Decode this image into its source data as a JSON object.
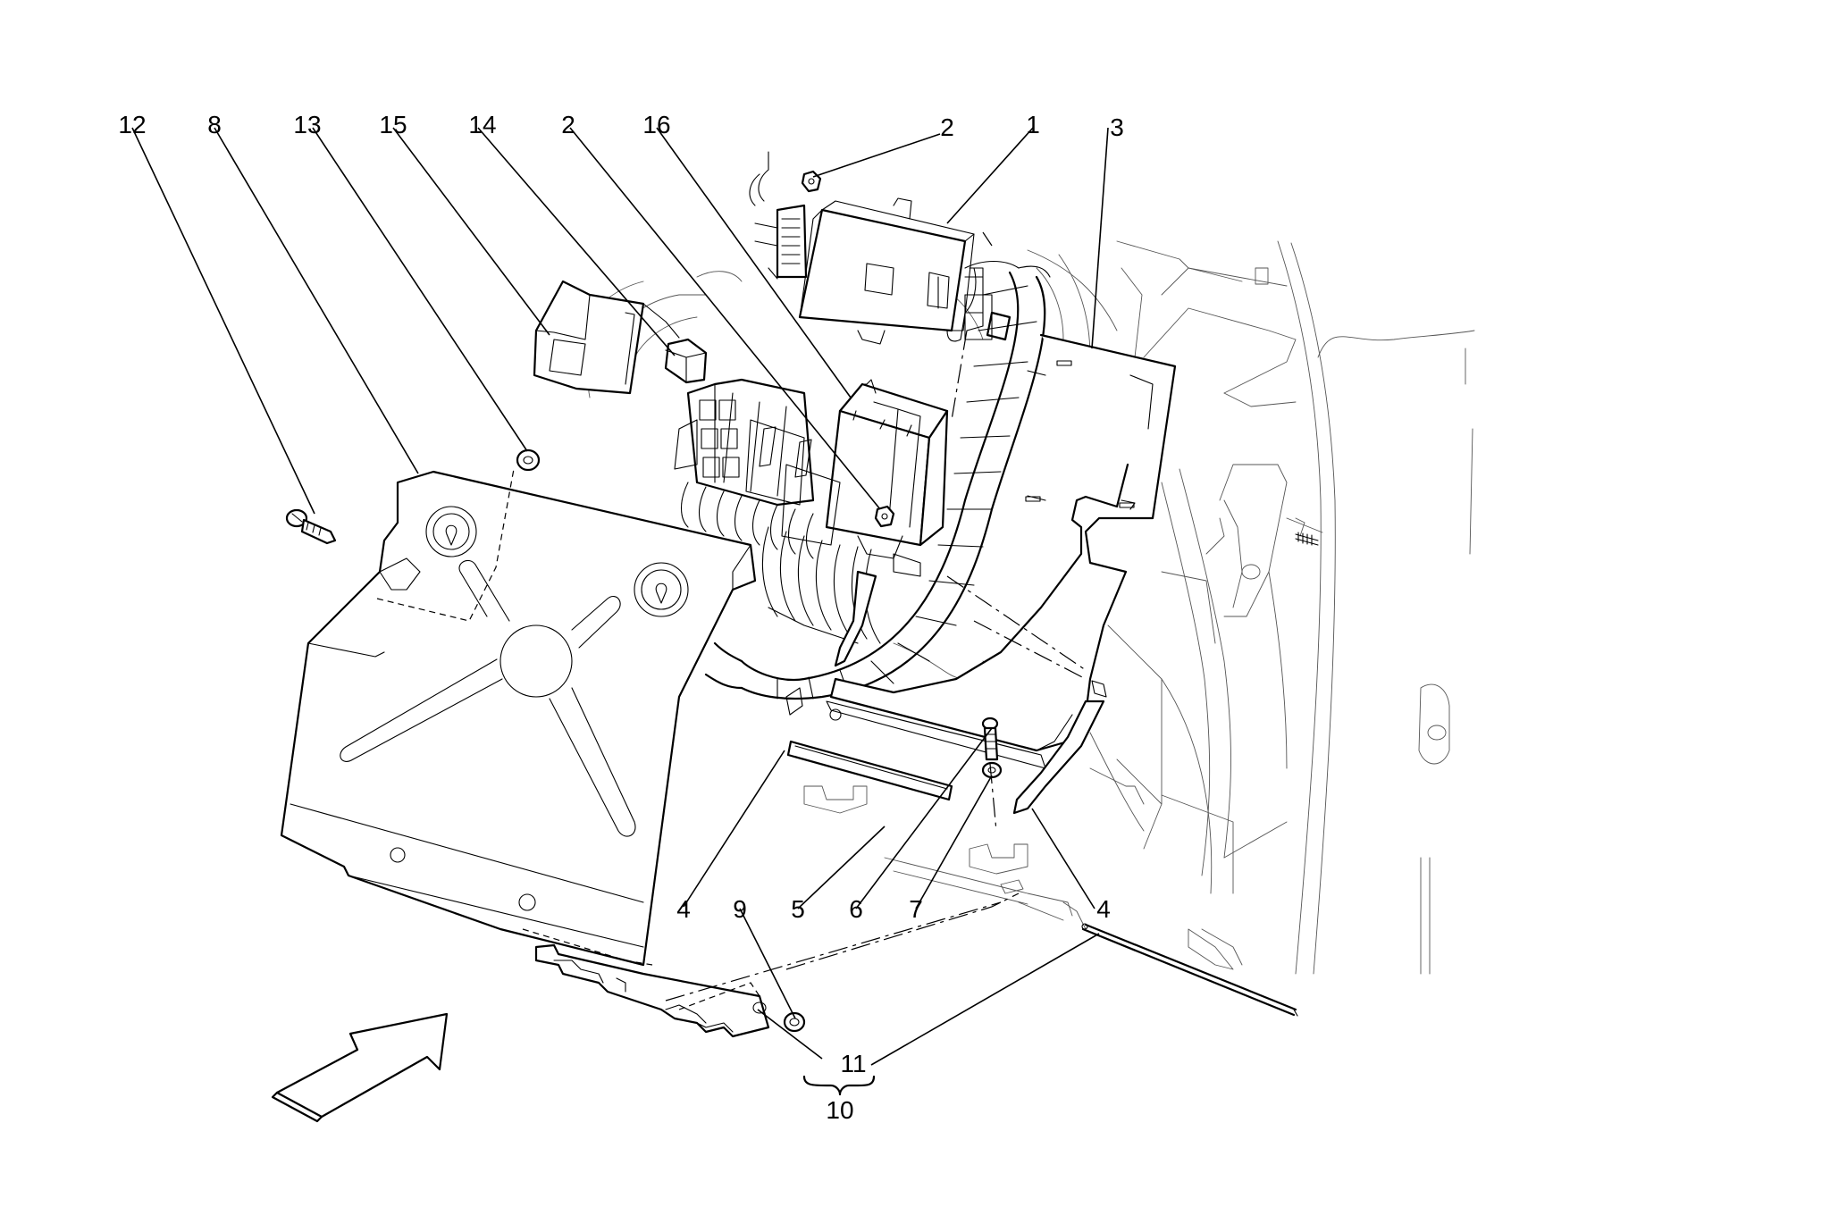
{
  "callouts": [
    {
      "id": "12",
      "label": "12"
    },
    {
      "id": "8",
      "label": "8"
    },
    {
      "id": "13",
      "label": "13"
    },
    {
      "id": "15",
      "label": "15"
    },
    {
      "id": "14",
      "label": "14"
    },
    {
      "id": "2a",
      "label": "2"
    },
    {
      "id": "16",
      "label": "16"
    },
    {
      "id": "2b",
      "label": "2"
    },
    {
      "id": "1",
      "label": "1"
    },
    {
      "id": "3",
      "label": "3"
    },
    {
      "id": "4a",
      "label": "4"
    },
    {
      "id": "9",
      "label": "9"
    },
    {
      "id": "5",
      "label": "5"
    },
    {
      "id": "6",
      "label": "6"
    },
    {
      "id": "7",
      "label": "7"
    },
    {
      "id": "4b",
      "label": "4"
    },
    {
      "id": "11",
      "label": "11"
    },
    {
      "id": "10",
      "label": "10"
    }
  ],
  "icons": {
    "view_arrow": "direction-arrow-icon"
  },
  "colors": {
    "line": "#000000",
    "background": "#ffffff"
  }
}
